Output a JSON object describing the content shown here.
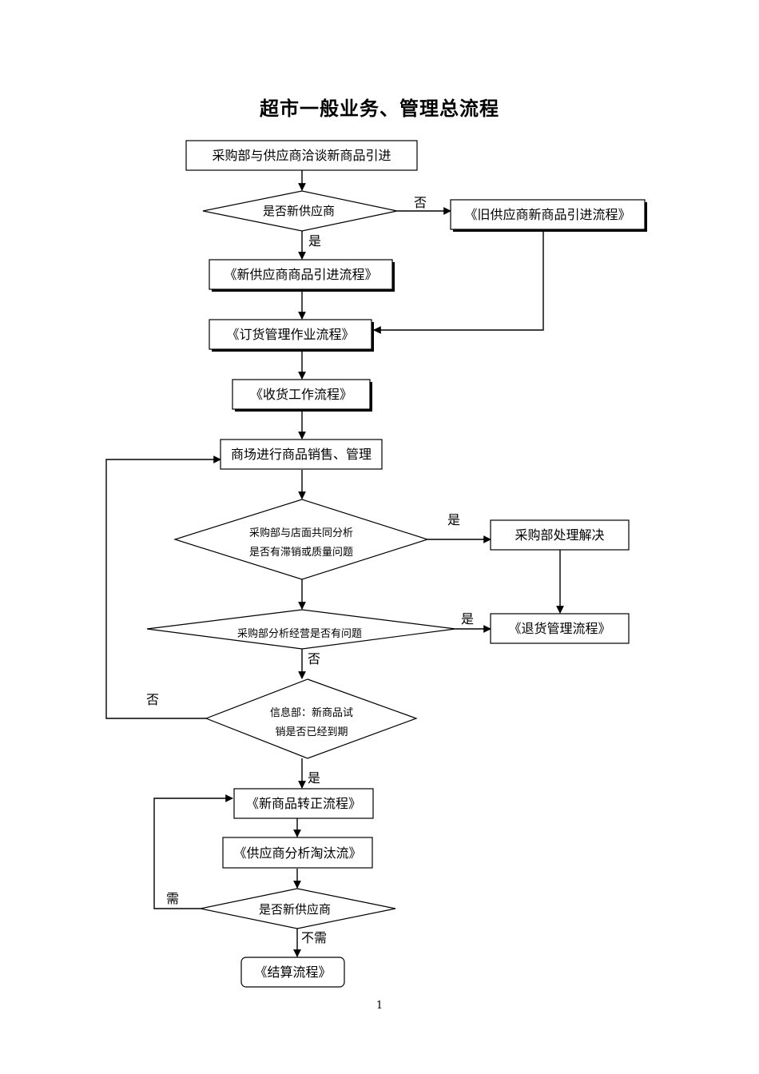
{
  "title": "超市一般业务、管理总流程",
  "page_number": "1",
  "nodes": {
    "n1": "采购部与供应商洽谈新商品引进",
    "d1": "是否新供应商",
    "old": "《旧供应商新商品引进流程》",
    "n2": "《新供应商商品引进流程》",
    "n3": "《订货管理作业流程》",
    "n4": "《收货工作流程》",
    "n5": "商场进行商品销售、管理",
    "d2_line1": "采购部与店面共同分析",
    "d2_line2": "是否有滞销或质量问题",
    "p1": "采购部处理解决",
    "d3": "采购部分析经营是否有问题",
    "ret": "《退货管理流程》",
    "d4_line1": "信息部：新商品试",
    "d4_line2": "销是否已经到期",
    "n6": "《新商品转正流程》",
    "n7": "《供应商分析淘汰流》",
    "d5": "是否新供应商",
    "end": "《结算流程》"
  },
  "edges": {
    "d1_no": "否",
    "d1_yes": "是",
    "d2_yes": "是",
    "d3_yes": "是",
    "d3_no": "否",
    "d4_no": "否",
    "d4_yes": "是",
    "d5_need": "需",
    "d5_noneed": "不需"
  }
}
